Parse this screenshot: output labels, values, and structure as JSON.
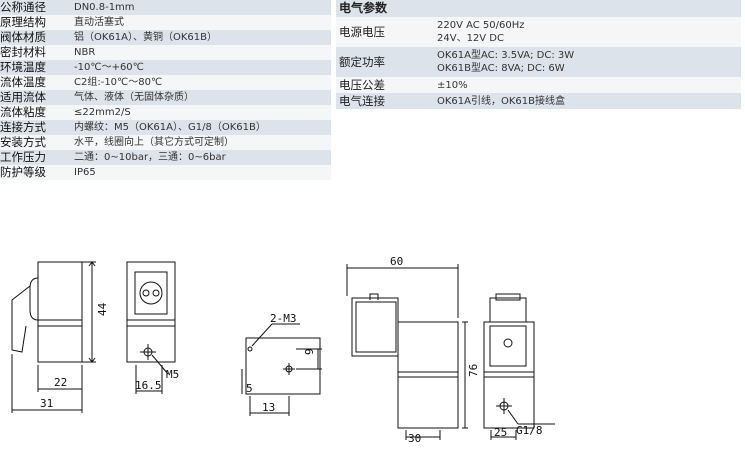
{
  "spec_table": [
    {
      "label": "公称通径",
      "value": "DN0.8-1mm"
    },
    {
      "label": "原理结构",
      "value": "直动活塞式"
    },
    {
      "label": "阀体材质",
      "value": "铝（OK61A）、黄铜（OK61B）"
    },
    {
      "label": "密封材料",
      "value": "NBR"
    },
    {
      "label": "环境温度",
      "value": "-10℃～+60℃"
    },
    {
      "label": "流体温度",
      "value": "C2组:-10℃～80℃"
    },
    {
      "label": "适用流体",
      "value": "气体、液体（无固体杂质）"
    },
    {
      "label": "流体粘度",
      "value": "≤22mm2/S"
    },
    {
      "label": "连接方式",
      "value": "内螺纹：M5（OK61A）、G1/8（OK61B）"
    },
    {
      "label": "安装方式",
      "value": "水平，线圈向上（其它方式可定制）"
    },
    {
      "label": "工作压力",
      "value": "二通：0~10bar，三通：0~6bar"
    },
    {
      "label": "防护等级",
      "value": "IP65"
    }
  ],
  "electrical": {
    "title": "电气参数",
    "rows": [
      {
        "label": "电源电压",
        "line1": "220V AC 50/60Hz",
        "line2": "24V、12V DC"
      },
      {
        "label": "额定功率",
        "line1": "OK61A型AC: 3.5VA;  DC: 3W",
        "line2": "OK61B型AC: 8VA;   DC: 6W"
      },
      {
        "label": "电压公差",
        "line1": "±10%",
        "line2": ""
      },
      {
        "label": "电气连接",
        "line1": "OK61A引线，OK61B接线盒",
        "line2": ""
      }
    ]
  },
  "drawing_dims": {
    "d44": "44",
    "d22": "22",
    "d31": "31",
    "d16_5": "16.5",
    "m5": "M5",
    "m3": "2-M3",
    "d9": "9",
    "d5": "5",
    "d13": "13",
    "d60": "60",
    "d76": "76",
    "d30": "30",
    "d25": "25",
    "g18": "G1/8"
  }
}
